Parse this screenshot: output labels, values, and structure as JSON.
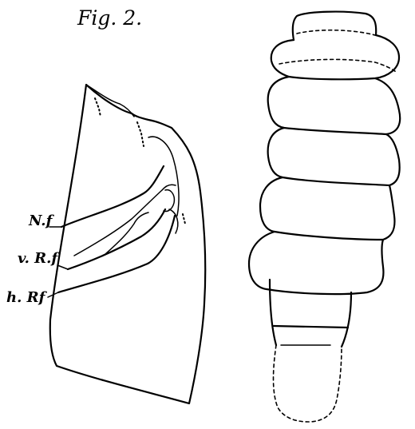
{
  "figure": {
    "title": "Fig. 2."
  },
  "labels": {
    "nf": "N.f",
    "vrf": "v. R.f",
    "hrf": "h. Rf"
  }
}
